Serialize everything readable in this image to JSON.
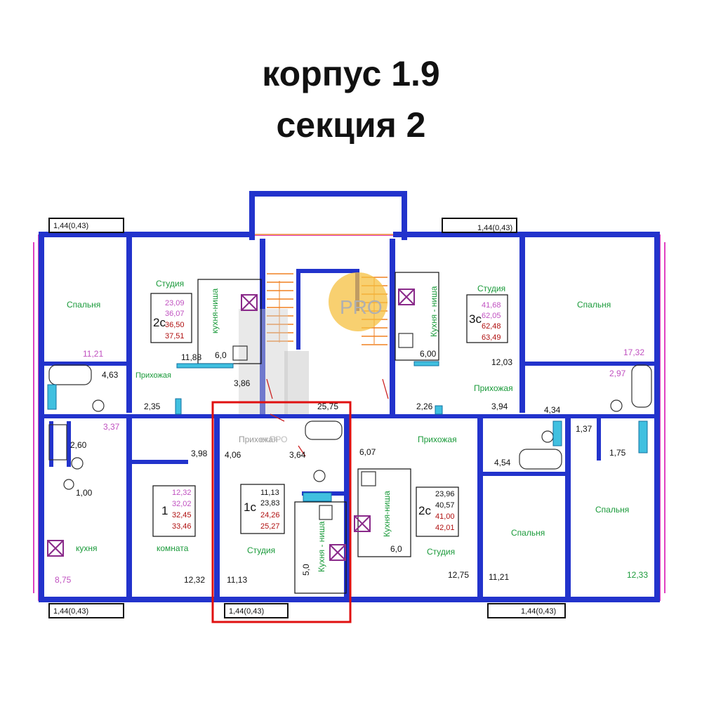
{
  "header": {
    "line1": "корпус 1.9",
    "line2": "секция 2"
  },
  "watermark": {
    "text": "PRO",
    "faint": "ет.ПРО"
  },
  "colors": {
    "wall": "#2233cc",
    "pink": "#e040c0",
    "highlight": "#e01010",
    "accent": "#f5c040"
  },
  "balconies": {
    "top_left": "1,44(0,43)",
    "top_right": "1,44(0,43)",
    "bottom_left": "1,44(0,43)",
    "bottom_mid": "1,44(0,43)",
    "bottom_right": "1,44(0,43)"
  },
  "apt_2c_left": {
    "type": "2c",
    "areas": [
      "23,09",
      "36,07",
      "36,50",
      "37,51"
    ],
    "studio": "Студия",
    "kitchen": "кухня-ниша",
    "hall": "Прихожая",
    "bedroom": "Спальня",
    "bedroom_area": "11,21",
    "bath": "4,63",
    "studio_area": "11,88",
    "kitchen_area": "6,0",
    "hall_area": "3,86",
    "corridor": "2,35"
  },
  "apt_3c": {
    "type": "3c",
    "areas": [
      "41,68",
      "62,05",
      "62,48",
      "63,49"
    ],
    "studio": "Студия",
    "kitchen": "Кухня - ниша",
    "hall": "Прихожая",
    "bedroom": "Спальня",
    "bedroom_area": "17,32",
    "bath": "2,97",
    "studio_area": "12,03",
    "kitchen_area": "6,00",
    "hall_area": "3,94",
    "hall2": "4,34",
    "corridor": "2,26",
    "wc": "1,37",
    "wc2": "1,75",
    "bath2": "4,54",
    "bedroom2": "Спальня",
    "bedroom2_area": "12,33",
    "bedroom3": "Спальня",
    "bedroom3_area": "11,21"
  },
  "apt_1": {
    "type": "1",
    "areas": [
      "12,32",
      "32,02",
      "32,45",
      "33,46"
    ],
    "kitchen": "кухня",
    "kitchen_area": "8,75",
    "room": "комната",
    "room_area": "12,32",
    "bath": "2,60",
    "wc": "1,00",
    "hall_area": "3,37",
    "hall2": "3,98"
  },
  "apt_1c": {
    "type": "1с",
    "areas": [
      "11,13",
      "23,83",
      "24,26",
      "25,27"
    ],
    "studio": "Студия",
    "studio_area": "11,13",
    "kitchen": "Кухня - ниша",
    "kitchen_area": "5,0",
    "hall": "Прихожая",
    "hall_area": "4,06",
    "bath": "3,64"
  },
  "apt_2c_right": {
    "type": "2с",
    "areas": [
      "23,96",
      "40,57",
      "41,00",
      "42,01"
    ],
    "studio": "Студия",
    "studio_area": "12,75",
    "kitchen": "Кухня-ниша",
    "kitchen_area": "6,0",
    "hall": "Прихожая",
    "hall_area": "6,07"
  },
  "stair": {
    "landing": "25,75"
  }
}
